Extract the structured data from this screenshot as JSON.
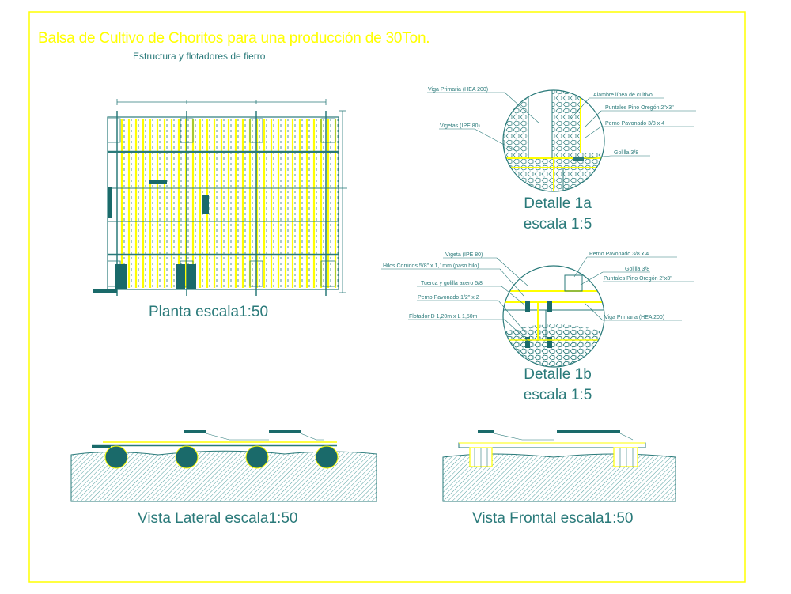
{
  "sheet": {
    "title": "Balsa de Cultivo de Choritos para una producción de 30Ton.",
    "subtitle": "Estructura y flotadores de fierro",
    "colors": {
      "frame": "#ffff00",
      "structure": "#ffff00",
      "linework": "#008080"
    }
  },
  "views": {
    "planta": {
      "caption": "Planta escala1:50"
    },
    "detalle_1a": {
      "caption_line1": "Detalle 1a",
      "caption_line2": "escala 1:5",
      "labels": {
        "viga_primaria": "Viga Primaria (HEA 200)",
        "vigetas": "Vigetas (IPE 80)",
        "alambre": "Alambre línea de cultivo",
        "puntales": "Puntales Pino Oregón 2\"x3\"",
        "perno": "Perno Pavonado 3/8 x 4",
        "golilla": "Golilla 3/8"
      }
    },
    "detalle_1b": {
      "caption_line1": "Detalle 1b",
      "caption_line2": "escala 1:5",
      "labels": {
        "vigeta": "Vigeta (IPE 80)",
        "hilos": "Hilos Corridos 5/8\" x 1,1mm (paso hilo)",
        "tuerca": "Tuerca y golilla acero 5/8",
        "perno_12": "Perno Pavonado 1/2\" x 2",
        "flotador": "Flotador D 1,20m x L 1,50m",
        "perno_38": "Perno Pavonado 3/8 x 4",
        "golilla": "Golilla 3/8",
        "puntales": "Puntales Pino Oregón 2\"x3\"",
        "viga_primaria": "Viga Primaria (HEA 200)"
      }
    },
    "vista_lateral": {
      "caption": "Vista Lateral escala1:50"
    },
    "vista_frontal": {
      "caption": "Vista Frontal escala1:50"
    }
  }
}
